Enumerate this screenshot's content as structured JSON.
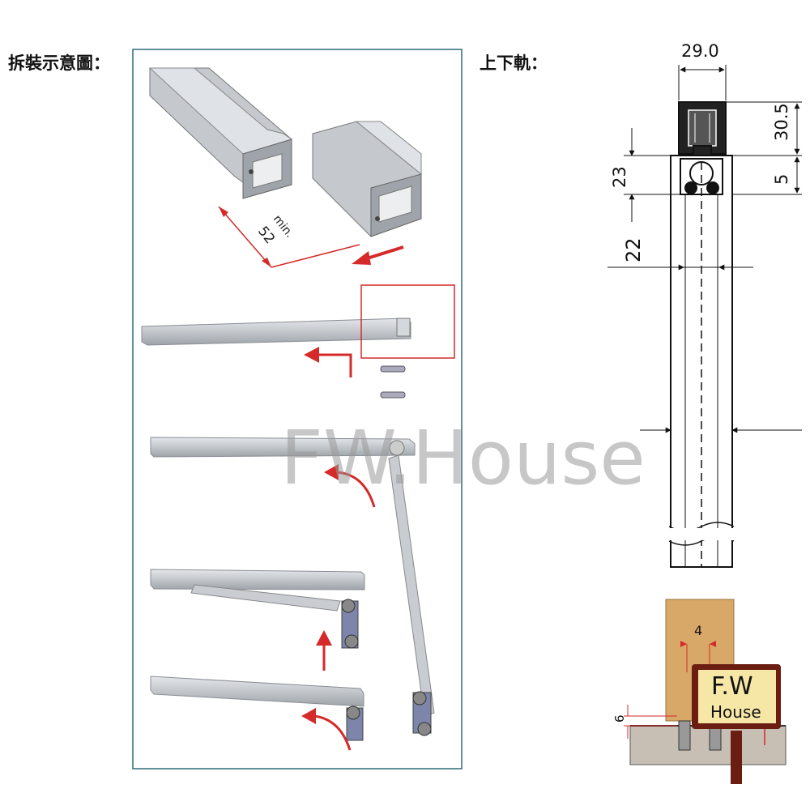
{
  "labels": {
    "disassembly": "拆裝示意圖：",
    "rails": "上下軌："
  },
  "dims": {
    "width": "29.0",
    "height": "30.5",
    "h23": "23",
    "h5": "5",
    "w22": "22",
    "gap4": "4",
    "gap6": "6"
  },
  "assembly": {
    "min_label": "min.",
    "min_value": "52"
  },
  "watermark": "FW.House",
  "sign": {
    "line1": "F.W",
    "line2": "House"
  },
  "colors": {
    "frame": "#2d6b78",
    "arrow": "#d42a2a",
    "rail": "#b9bdc3",
    "wood": "#d8a868",
    "sign_bg": "#f6e7a6",
    "sign_border": "#6a1d10"
  }
}
